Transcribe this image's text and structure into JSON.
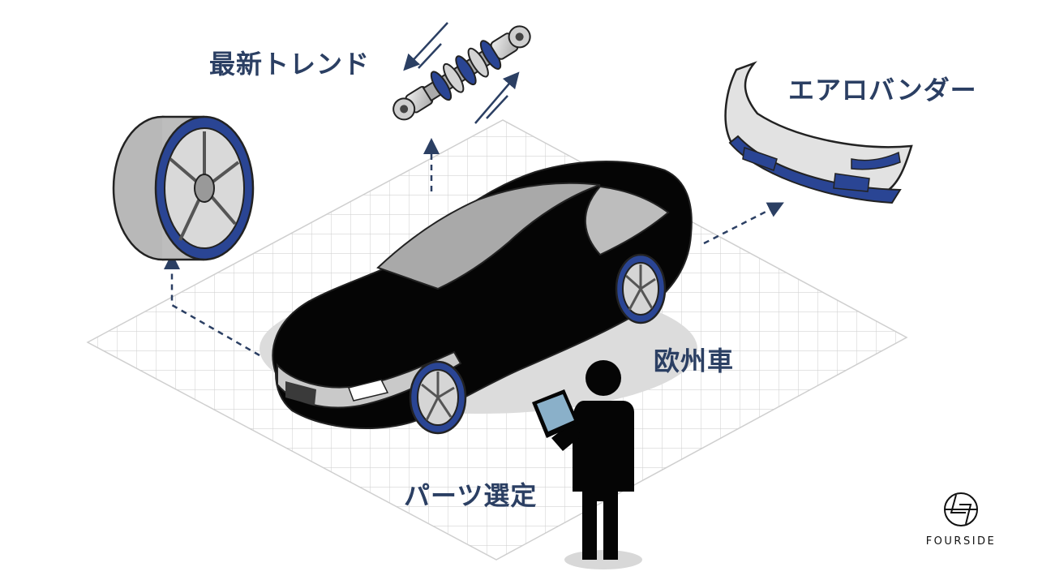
{
  "labels": {
    "trend": "最新トレンド",
    "aero": "エアロバンダー",
    "european_car": "欧州車",
    "parts_selection": "パーツ選定"
  },
  "brand": {
    "name": "FOURSIDE"
  },
  "colors": {
    "accent_blue": "#2a4594",
    "label_navy": "#2b3f63",
    "car_body": "#050505",
    "grid": "#d4d4d4",
    "metal": "#c8c8c8"
  },
  "icons": [
    "wheel-icon",
    "shock-absorber-icon",
    "front-bumper-icon",
    "car-icon",
    "person-with-tablet-icon",
    "brand-logo"
  ]
}
